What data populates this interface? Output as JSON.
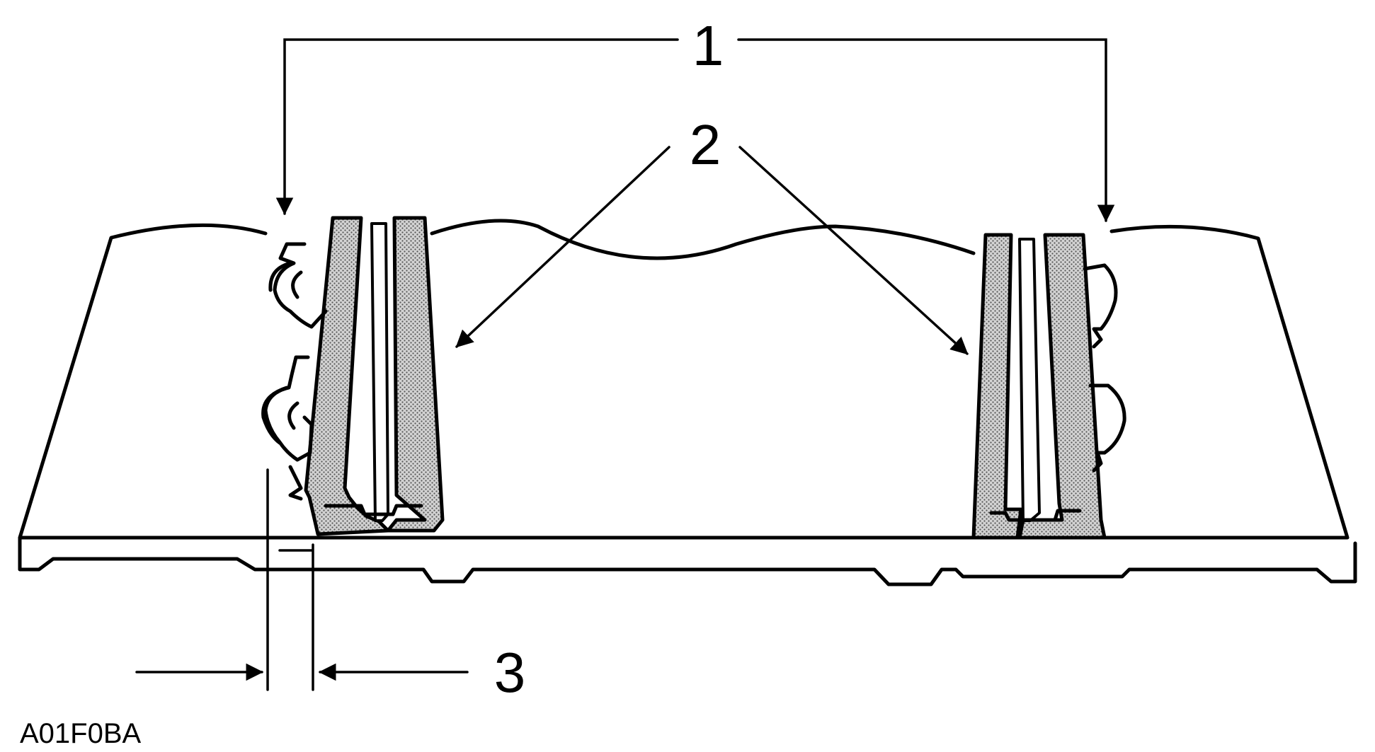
{
  "diagram": {
    "callouts": {
      "c1": "1",
      "c2": "2",
      "c3": "3"
    },
    "figure_id": "A01F0BA"
  },
  "colors": {
    "line": "#000000",
    "background": "#ffffff",
    "seal_fill": "#b9b9b9"
  }
}
